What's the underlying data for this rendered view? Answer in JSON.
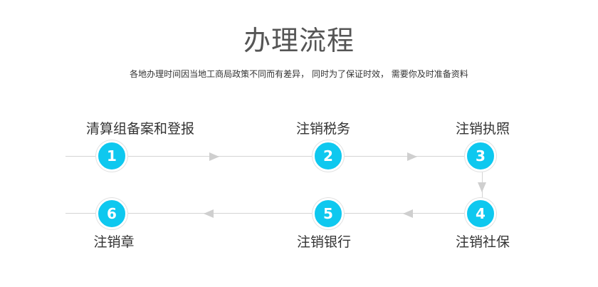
{
  "title": "办理流程",
  "subtitle": "各地办理时间因当地工商局政策不同而有差异， 同时为了保证时效， 需要你及时准备资料",
  "steps": [
    {
      "number": "1",
      "label": "清算组备案和登报"
    },
    {
      "number": "2",
      "label": "注销税务"
    },
    {
      "number": "3",
      "label": "注销执照"
    },
    {
      "number": "4",
      "label": "注销社保"
    },
    {
      "number": "5",
      "label": "注销银行"
    },
    {
      "number": "6",
      "label": "注销章"
    }
  ],
  "colors": {
    "circle": "#0ec8ef",
    "line": "#d4d4d4",
    "arrow": "#cfcfcf",
    "title": "#555555"
  }
}
